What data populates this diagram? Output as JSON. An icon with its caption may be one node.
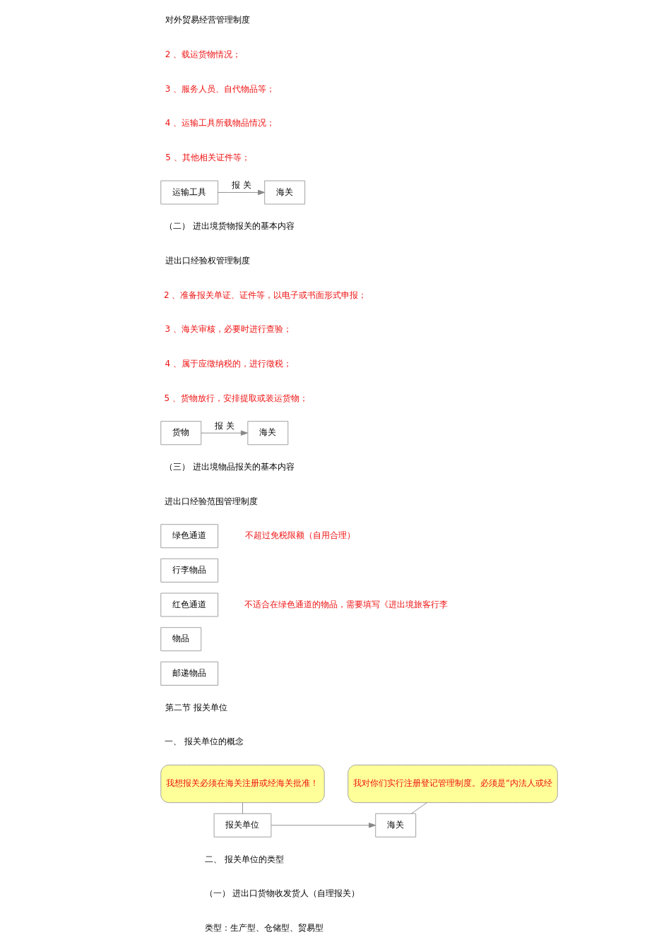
{
  "diagram": {
    "nodes": [
      {
        "text": [
          "运输工具"
        ]
      },
      {
        "text": [
          "海关"
        ]
      },
      {
        "text": [
          "货物"
        ]
      },
      {
        "text": [
          "海关"
        ]
      },
      {
        "text": [
          "绿色通道"
        ]
      },
      {
        "text": [
          "行李物品"
        ]
      },
      {
        "text": [
          "红色通道"
        ]
      },
      {
        "text": [
          "物品"
        ]
      },
      {
        "text": [
          "邮递物品"
        ]
      },
      {
        "text": [
          "我想报关必须在海关注册或经海关批准！"
        ]
      },
      {
        "text": [
          "我对你们实行注册登记管理制度。必须是“内法人或经"
        ]
      },
      {
        "text": [
          "报关单位"
        ]
      },
      {
        "text": [
          "海关"
        ]
      }
    ],
    "edges": [
      {
        "from": 0,
        "to": 1,
        "arrow": "to",
        "label": "报 关"
      },
      {
        "from": 2,
        "to": 3,
        "arrow": "to",
        "label": "报 关"
      },
      {
        "from": 11,
        "to": 12,
        "arrow": "to"
      },
      {
        "from": 9,
        "to": 11,
        "arrow": "none"
      },
      {
        "from": 10,
        "to": 12,
        "arrow": "none"
      }
    ],
    "labels": [
      "对外贸易经营管理制度",
      "2 、载运货物情况；",
      "3 、服务人员、自代物品等；",
      "4 、运输工具所载物品情况；",
      "5 、其他相关证件等；",
      "（二） 进出境货物报关的基本内容",
      "进出口经验权管理制度",
      "2 、准备报关单证、证件等，以电子或书面形式申报；",
      "3 、海关审核，必要时进行查验；",
      "4 、属于应徵纳税的，进行徵税；",
      "5 、货物放行，安排提取或装运货物；",
      "（三） 进出境物品报关的基本内容",
      "进出口经验范围管理制度",
      "不超过免税限额（自用合理）",
      "不适合在绿色通道的物品，需要填写《进出境旅客行李",
      "第二节 报关单位",
      "一、 报关单位的概念",
      "二、 报关单位的类型",
      "（一） 进出口货物收发货人（自理报关）",
      "类型：生产型、仓储型、贸易型"
    ]
  }
}
